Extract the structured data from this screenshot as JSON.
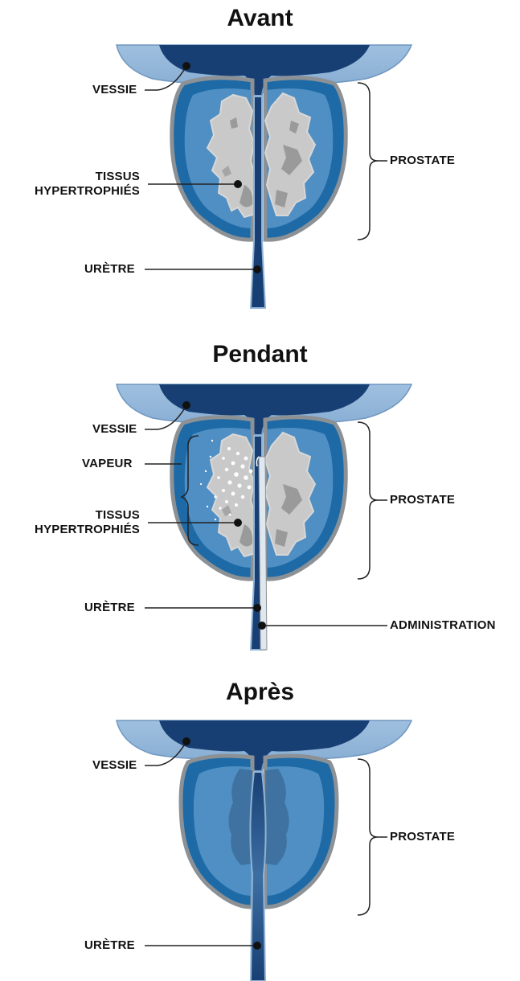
{
  "panels": [
    {
      "id": "before",
      "title": "Avant",
      "labels": {
        "bladder": "VESSIE",
        "hypertrophied_tissue": "TISSUS HYPERTROPHIÉS",
        "prostate": "PROSTATE",
        "urethra": "URÈTRE"
      }
    },
    {
      "id": "during",
      "title": "Pendant",
      "labels": {
        "bladder": "VESSIE",
        "vapor": "VAPEUR",
        "hypertrophied_tissue": "TISSUS HYPERTROPHIÉS",
        "prostate": "PROSTATE",
        "urethra": "URÈTRE",
        "delivery": "ADMINISTRATION"
      }
    },
    {
      "id": "after",
      "title": "Après",
      "labels": {
        "bladder": "VESSIE",
        "prostate": "PROSTATE",
        "urethra": "URÈTRE"
      }
    }
  ],
  "colors": {
    "bladder_dark": "#173f73",
    "bladder_light": "#8fb3d6",
    "prostate_outer": "#1d6aa6",
    "prostate_inner": "#4f8fc4",
    "capsule": "#8c9196",
    "tissue": "#c9c9c9",
    "tissue_dark": "#9a9a9a",
    "leader_line": "#222222"
  }
}
